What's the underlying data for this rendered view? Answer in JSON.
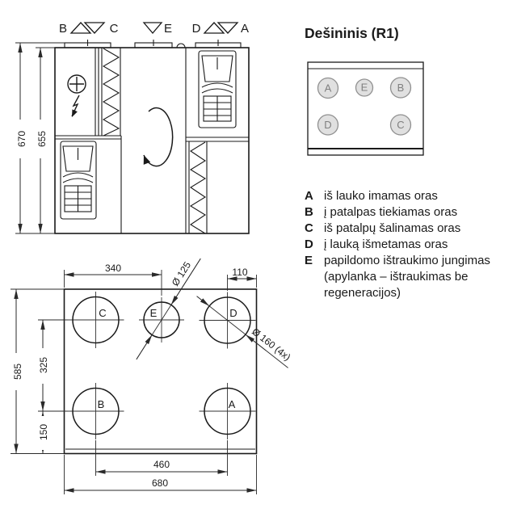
{
  "panel": {
    "title": "Dešininis (R1)",
    "legend": [
      {
        "key": "A",
        "lines": [
          "iš lauko imamas oras"
        ]
      },
      {
        "key": "B",
        "lines": [
          "į patalpas tiekiamas oras"
        ]
      },
      {
        "key": "C",
        "lines": [
          "iš patalpų šalinamas oras"
        ]
      },
      {
        "key": "D",
        "lines": [
          "į lauką išmetamas oras"
        ]
      },
      {
        "key": "E",
        "lines": [
          "papildomo ištraukimo jungimas",
          "(apylanka – ištraukimas be",
          "regeneracijos)"
        ]
      }
    ],
    "schematic": {
      "ports": {
        "a": "A",
        "e": "E",
        "b": "B",
        "d": "D",
        "c": "C"
      }
    }
  },
  "front_view": {
    "labels": {
      "b": "B",
      "c": "C",
      "e": "E",
      "d": "D",
      "a": "A"
    },
    "dims": {
      "overall_height": "670",
      "body_height": "655"
    }
  },
  "top_view": {
    "ports": {
      "c": "C",
      "e": "E",
      "d": "D",
      "b": "B",
      "a": "A"
    },
    "dims": {
      "e_center_from_left": "340",
      "e_diameter": "Ø 125",
      "d_center_from_right": "110",
      "overall_depth": "585",
      "row_spacing": "325",
      "bottom_row_offset": "150",
      "ab_spacing": "460",
      "overall_width": "680",
      "main_diameter": "Ø 160 (4x)"
    }
  },
  "colors": {
    "line": "#1a1a1a",
    "dim_line": "#2a2a2a",
    "port_fill": "#e0e0e0",
    "port_stroke": "#909090",
    "port_label": "#808080",
    "background": "#ffffff"
  }
}
